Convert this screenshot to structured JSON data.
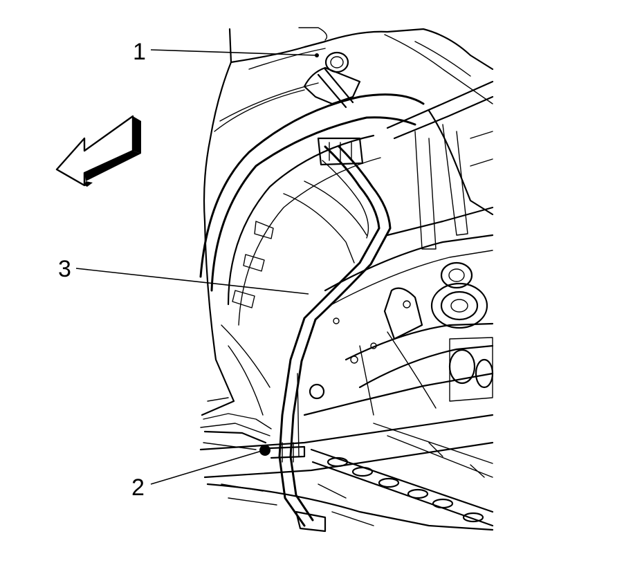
{
  "callouts": [
    {
      "id": "1",
      "label": "1"
    },
    {
      "id": "2",
      "label": "2"
    },
    {
      "id": "3",
      "label": "3"
    }
  ],
  "colors": {
    "line": "#000000",
    "background": "#ffffff"
  },
  "icons": {
    "direction_arrow": "arrow-left-icon"
  }
}
